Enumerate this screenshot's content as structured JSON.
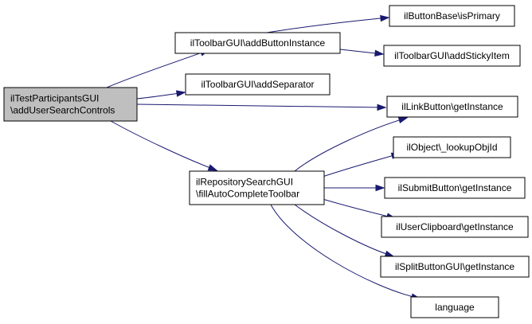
{
  "colors": {
    "focus_fill": "#bfbfbf",
    "node_fill": "#ffffff",
    "node_stroke": "#000000",
    "edge": "#191970"
  },
  "nodes": [
    {
      "id": "n_add_user_search",
      "lines": [
        "ilTestParticipantsGUI",
        "\\addUserSearchControls"
      ],
      "focus": true
    },
    {
      "id": "n_add_button_instance",
      "lines": [
        "ilToolbarGUI\\addButtonInstance"
      ]
    },
    {
      "id": "n_add_separator",
      "lines": [
        "ilToolbarGUI\\addSeparator"
      ]
    },
    {
      "id": "n_fill_autocomplete",
      "lines": [
        "ilRepositorySearchGUI",
        "\\fillAutoCompleteToolbar"
      ]
    },
    {
      "id": "n_is_primary",
      "lines": [
        "ilButtonBase\\isPrimary"
      ]
    },
    {
      "id": "n_add_sticky_item",
      "lines": [
        "ilToolbarGUI\\addStickyItem"
      ]
    },
    {
      "id": "n_link_button",
      "lines": [
        "ilLinkButton\\getInstance"
      ]
    },
    {
      "id": "n_lookup_obj_id",
      "lines": [
        "ilObject\\_lookupObjId"
      ]
    },
    {
      "id": "n_submit_button",
      "lines": [
        "ilSubmitButton\\getInstance"
      ]
    },
    {
      "id": "n_user_clipboard",
      "lines": [
        "ilUserClipboard\\getInstance"
      ]
    },
    {
      "id": "n_split_button",
      "lines": [
        "ilSplitButtonGUI\\getInstance"
      ]
    },
    {
      "id": "n_language",
      "lines": [
        "language"
      ]
    }
  ],
  "edges": [
    {
      "from": "n_add_user_search",
      "to": "n_add_button_instance"
    },
    {
      "from": "n_add_user_search",
      "to": "n_add_separator"
    },
    {
      "from": "n_add_user_search",
      "to": "n_link_button"
    },
    {
      "from": "n_add_user_search",
      "to": "n_fill_autocomplete"
    },
    {
      "from": "n_add_button_instance",
      "to": "n_is_primary"
    },
    {
      "from": "n_add_button_instance",
      "to": "n_add_sticky_item"
    },
    {
      "from": "n_fill_autocomplete",
      "to": "n_link_button"
    },
    {
      "from": "n_fill_autocomplete",
      "to": "n_lookup_obj_id"
    },
    {
      "from": "n_fill_autocomplete",
      "to": "n_submit_button"
    },
    {
      "from": "n_fill_autocomplete",
      "to": "n_user_clipboard"
    },
    {
      "from": "n_fill_autocomplete",
      "to": "n_split_button"
    },
    {
      "from": "n_fill_autocomplete",
      "to": "n_language"
    }
  ]
}
